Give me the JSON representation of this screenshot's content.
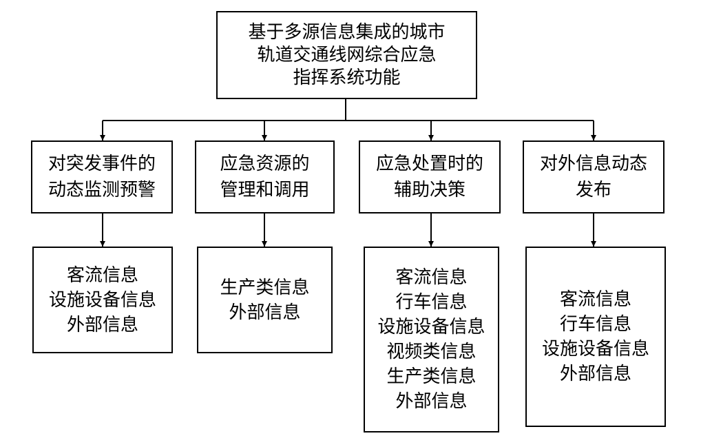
{
  "root": {
    "lines": [
      "基于多源信息集成的城市",
      "轨道交通线网综合应急",
      "指挥系统功能"
    ]
  },
  "functions": [
    {
      "lines": [
        "对突发事件的",
        "动态监测预警"
      ]
    },
    {
      "lines": [
        "应急资源的",
        "管理和调用"
      ]
    },
    {
      "lines": [
        "应急处置时的",
        "辅助决策"
      ]
    },
    {
      "lines": [
        "对外信息动态",
        "发布"
      ]
    }
  ],
  "info": [
    {
      "lines": [
        "客流信息",
        "设施设备信息",
        "外部信息"
      ]
    },
    {
      "lines": [
        "生产类信息",
        "外部信息"
      ]
    },
    {
      "lines": [
        "客流信息",
        "行车信息",
        "设施设备信息",
        "视频类信息",
        "生产类信息",
        "外部信息"
      ]
    },
    {
      "lines": [
        "客流信息",
        "行车信息",
        "设施设备信息",
        "外部信息"
      ]
    }
  ]
}
